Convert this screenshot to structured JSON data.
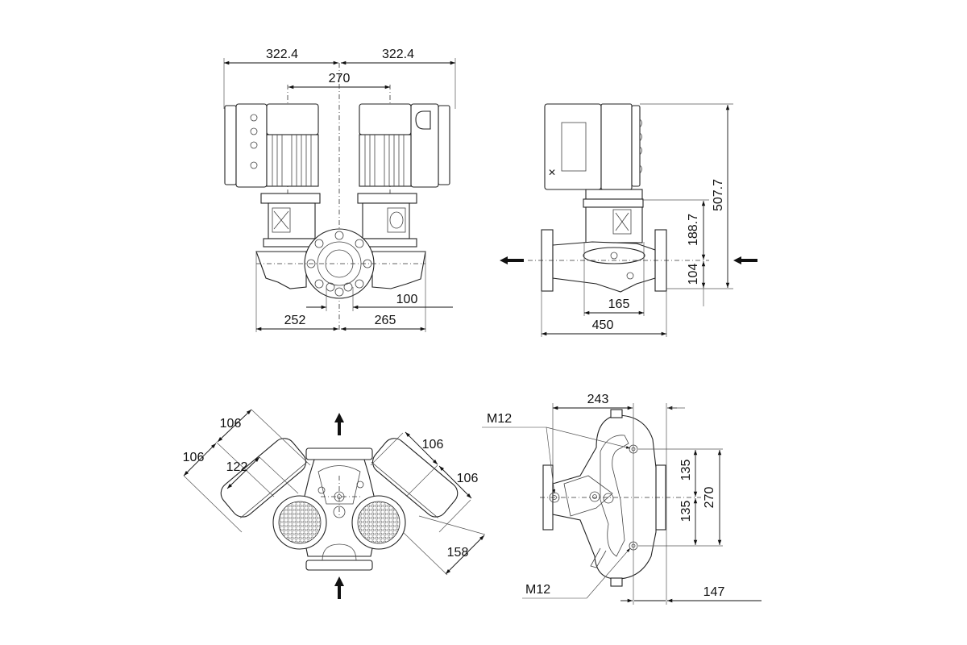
{
  "drawing": {
    "title": "Twin in-line pump dimensional drawing",
    "front_view": {
      "dims": {
        "left_half_width": "322.4",
        "right_half_width": "322.4",
        "motor_centers": "270",
        "port_diameter": "100",
        "base_left": "252",
        "base_right": "265"
      }
    },
    "side_view": {
      "dims": {
        "total_height": "507.7",
        "motor_to_axis": "188.7",
        "axis_to_foot": "104",
        "foot_width": "165",
        "flange_length": "450"
      },
      "flow_direction": "right-to-left"
    },
    "top_view": {
      "dims": {
        "motor_offset_left_outer": "106",
        "motor_offset_left_inner": "106",
        "motor_depth": "122",
        "motor_offset_right_outer": "106",
        "motor_offset_right_inner": "106",
        "motor_diagonal": "158"
      },
      "flow_direction": "bottom-to-top"
    },
    "bottom_view": {
      "dims": {
        "width": "243",
        "upper_hole_offset": "135",
        "lower_hole_offset": "135",
        "hole_spacing": "270",
        "flange_offset": "147"
      },
      "thread_upper": "M12",
      "thread_lower": "M12"
    }
  }
}
